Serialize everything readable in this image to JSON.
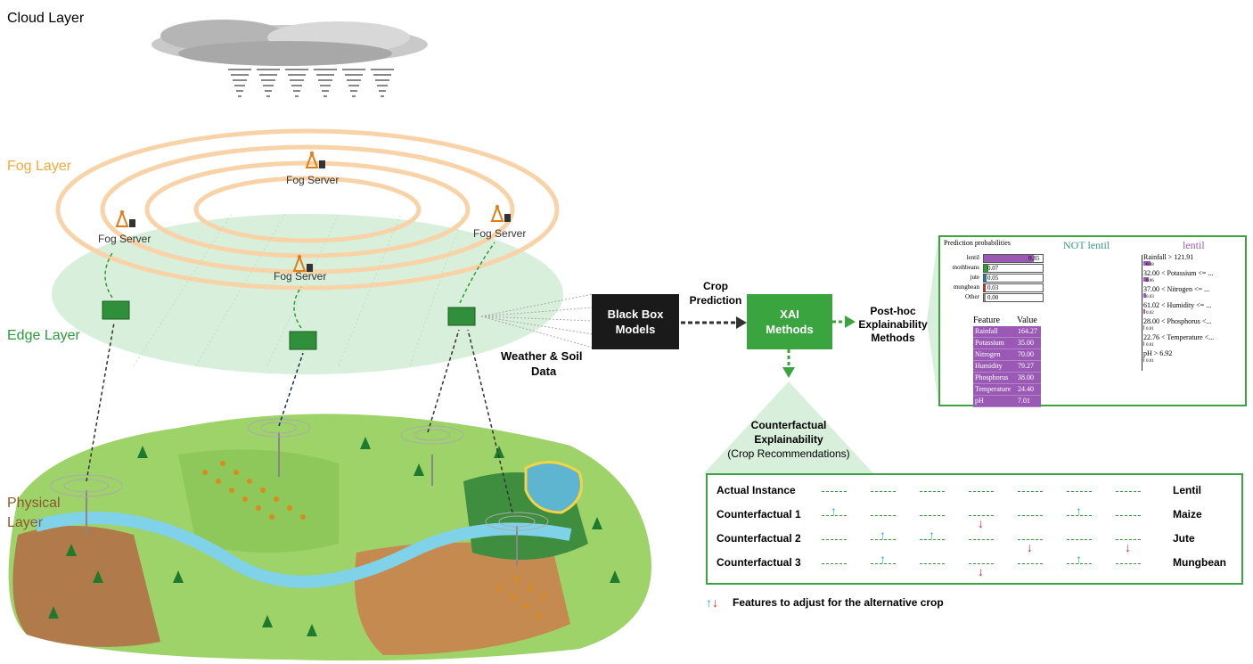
{
  "layers": {
    "cloud": "Cloud Layer",
    "fog": "Fog Layer",
    "edge": "Edge Layer",
    "physical_line1": "Physical",
    "physical_line2": "Layer"
  },
  "fog_servers": [
    "Fog Server",
    "Fog Server",
    "Fog Server",
    "Fog Server"
  ],
  "data_label_line1": "Weather  & Soil",
  "data_label_line2": "Data",
  "black_box": {
    "line1": "Black Box",
    "line2": "Models"
  },
  "crop_prediction": {
    "line1": "Crop",
    "line2": "Prediction"
  },
  "xai": {
    "line1": "XAI",
    "line2": "Methods"
  },
  "posthoc": {
    "line1": "Post-hoc",
    "line2": "Explainability",
    "line3": "Methods"
  },
  "counterfactual_title": {
    "line1": "Counterfactual",
    "line2": "Explainability",
    "line3": "(Crop Recommendations)"
  },
  "lime": {
    "prob_title": "Prediction probabilities",
    "not_label": "NOT lentil",
    "yes_label": "lentil",
    "probs": [
      {
        "name": "lentil",
        "value": "0.85",
        "frac": 0.85,
        "color": "#9b59b6"
      },
      {
        "name": "mothbeans",
        "value": "0.07",
        "frac": 0.07,
        "color": "#2ca02c"
      },
      {
        "name": "jute",
        "value": "0.05",
        "frac": 0.05,
        "color": "#1f77b4"
      },
      {
        "name": "mungbean",
        "value": "0.03",
        "frac": 0.03,
        "color": "#d62728"
      },
      {
        "name": "Other",
        "value": "0.00",
        "frac": 0.0,
        "color": "#888888"
      }
    ],
    "feat_header": "Feature",
    "val_header": "Value",
    "features": [
      {
        "name": "Rainfall",
        "value": "164.27"
      },
      {
        "name": "Potassium",
        "value": "35.00"
      },
      {
        "name": "Nitrogen",
        "value": "70.00"
      },
      {
        "name": "Humidity",
        "value": "79.27"
      },
      {
        "name": "Phosphorus",
        "value": "38.00"
      },
      {
        "name": "Temperature",
        "value": "24.40"
      },
      {
        "name": "pH",
        "value": "7.01"
      }
    ],
    "rules": [
      {
        "text": "Rainfall > 121.91",
        "weight": "0.08"
      },
      {
        "text": "32.00 < Potassium <= ...",
        "weight": "0.06"
      },
      {
        "text": "37.00 < Nitrogen <= ...",
        "weight": "0.03"
      },
      {
        "text": "61.02 < Humidity <= ...",
        "weight": "0.02"
      },
      {
        "text": "28.00 < Phosphorus <...",
        "weight": "0.01"
      },
      {
        "text": "22.76 < Temperature <...",
        "weight": "0.01"
      },
      {
        "text": "pH > 6.92",
        "weight": "0.01"
      }
    ]
  },
  "counterfactuals": {
    "rows": [
      {
        "label": "Actual Instance",
        "result": "Lentil",
        "changes": [
          "",
          "",
          "",
          "",
          "",
          "",
          ""
        ]
      },
      {
        "label": "Counterfactual 1",
        "result": "Maize",
        "changes": [
          "up",
          "",
          "",
          "down",
          "",
          "up",
          ""
        ]
      },
      {
        "label": "Counterfactual 2",
        "result": "Jute",
        "changes": [
          "",
          "up",
          "up",
          "",
          "down",
          "",
          "down"
        ]
      },
      {
        "label": "Counterfactual 3",
        "result": "Mungbean",
        "changes": [
          "",
          "up",
          "",
          "down",
          "",
          "up",
          ""
        ]
      }
    ],
    "legend": "Features to adjust for the alternative crop"
  },
  "colors": {
    "fog": "#f5a93a",
    "edge": "#2e9b3a",
    "physical": "#8b5a2b",
    "green": "#3aa53f",
    "black": "#1a1a1a"
  }
}
